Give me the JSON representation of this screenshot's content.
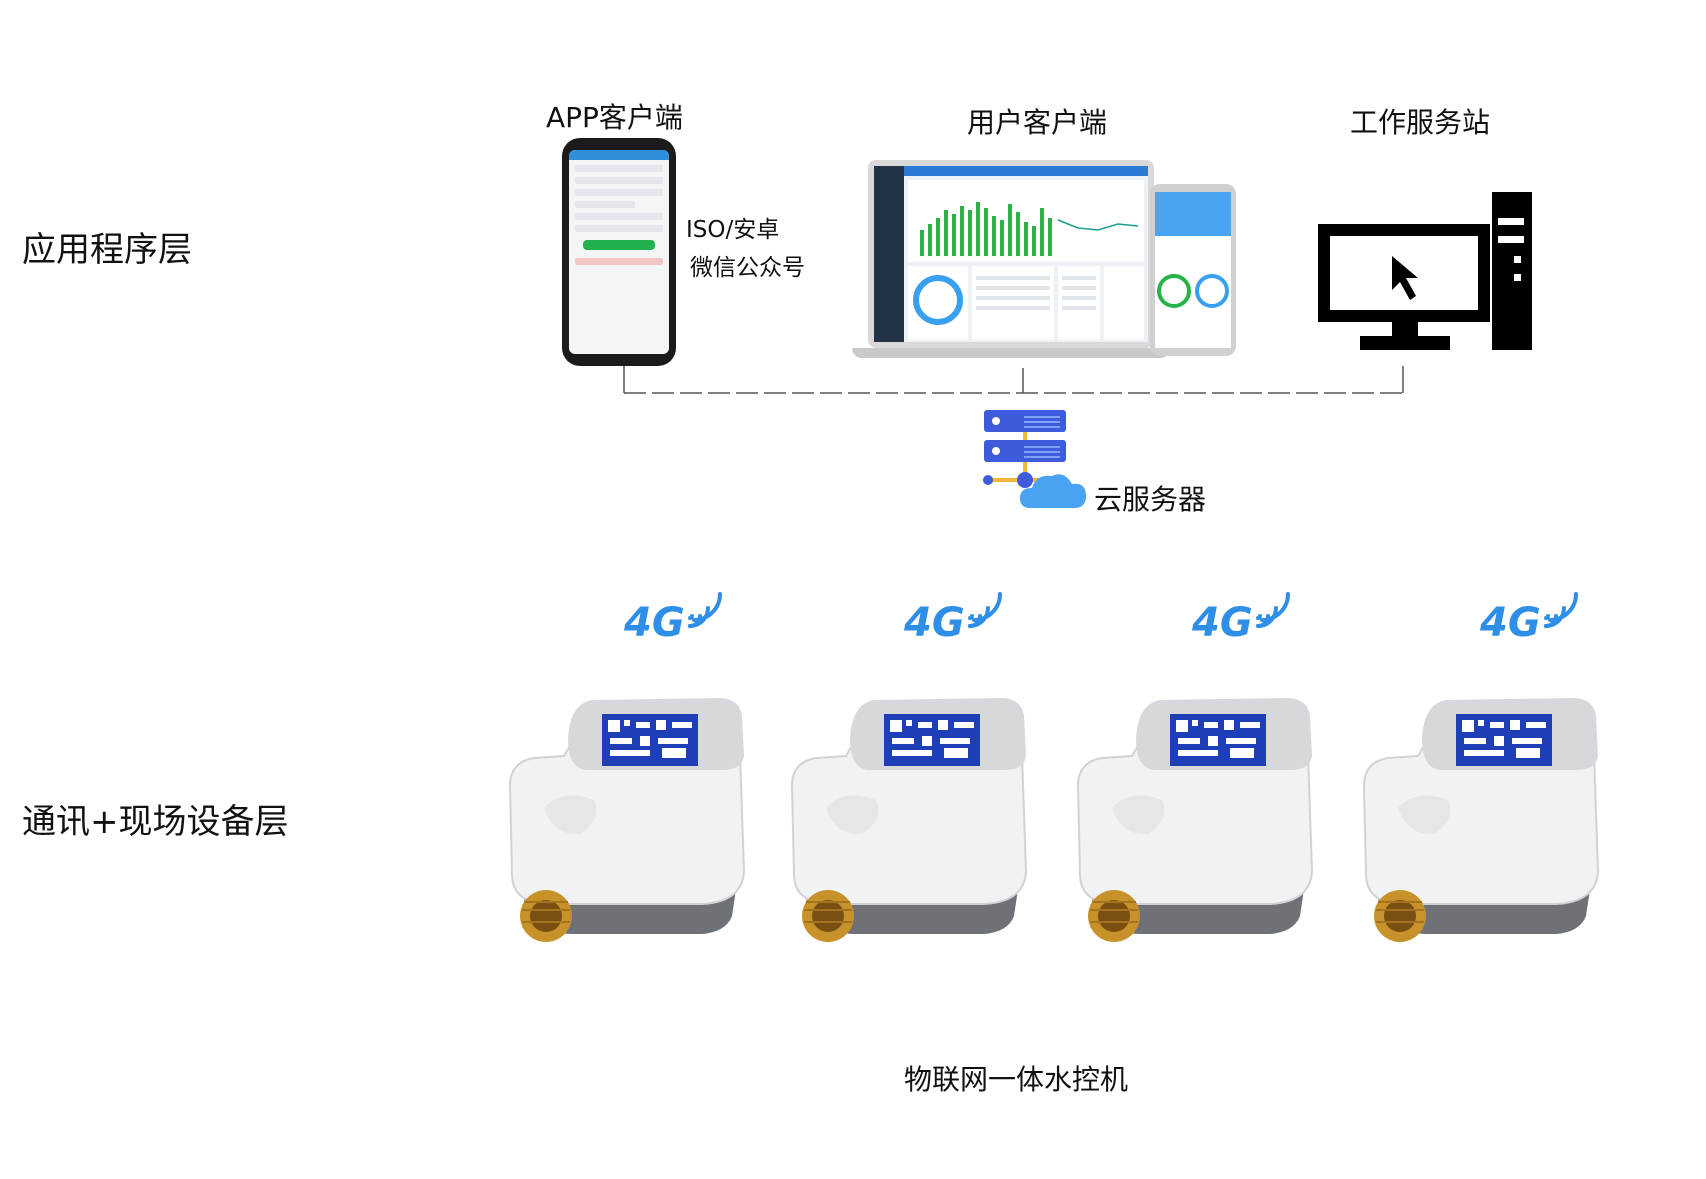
{
  "layers": {
    "application": "应用程序层",
    "field": "通讯+现场设备层"
  },
  "clients": {
    "app": "APP客户端",
    "app_platforms_line1": "ISO/安卓",
    "app_platforms_line2": "微信公众号",
    "user": "用户客户端",
    "workstation": "工作服务站"
  },
  "cloud": {
    "label": "云服务器"
  },
  "device": {
    "label": "物联网一体水控机",
    "network_badge": "4G"
  },
  "devices_count": 4,
  "colors": {
    "network_blue": "#2f8fe8",
    "cloud_blue": "#4aa3f0",
    "server_blue": "#3d5bdb",
    "connector_gold": "#c8922b"
  },
  "icons": {
    "workstation": "desktop-computer-icon",
    "cloud": "cloud-server-icon",
    "signal": "wifi-signal-icon"
  }
}
